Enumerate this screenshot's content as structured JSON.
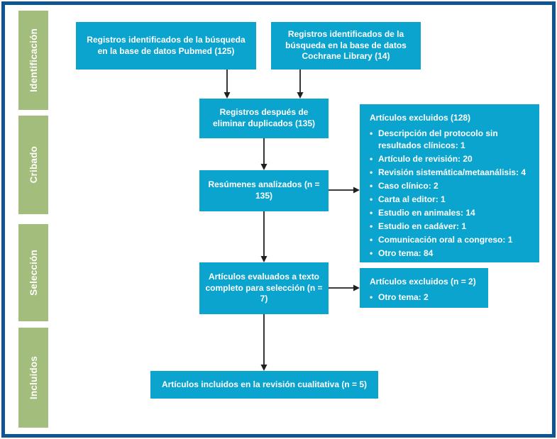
{
  "sidebar": {
    "stages": [
      {
        "label": "Identificación"
      },
      {
        "label": "Cribado"
      },
      {
        "label": "Selección"
      },
      {
        "label": "Incluidos"
      }
    ]
  },
  "flow": {
    "pubmed_box": "Registros identificados de la búsqueda en la base de datos Pubmed (125)",
    "cochrane_box": "Registros identificados de la búsqueda en la base de datos Cochrane Library (14)",
    "dedup_box": "Registros después de eliminar duplicados (135)",
    "abstracts_box": "Resúmenes analizados (n = 135)",
    "fulltext_box": "Artículos evaluados a texto completo para selección (n = 7)",
    "included_box": "Artículos incluidos en la revisión cualitativa (n = 5)",
    "excluded_screening": {
      "title": "Artículos excluidos (128)",
      "items": [
        "Descripción del protocolo sin resultados clínicos: 1",
        "Artículo de revisión: 20",
        "Revisión sistemática/metaanálisis: 4",
        "Caso clínico: 2",
        "Carta al editor: 1",
        "Estudio en animales: 14",
        "Estudio en cadáver: 1",
        "Comunicación oral a congreso: 1",
        "Otro tema: 84"
      ]
    },
    "excluded_fulltext": {
      "title": "Artículos excluidos (n = 2)",
      "items": [
        "Otro tema: 2"
      ]
    }
  },
  "glyphs": {
    "bullet": "•"
  },
  "colors": {
    "box_fill": "#0ba4cf",
    "stage_fill": "#a3bd7c",
    "frame_border": "#0f5591",
    "box_text": "#ffffff",
    "arrow": "#231f20"
  }
}
